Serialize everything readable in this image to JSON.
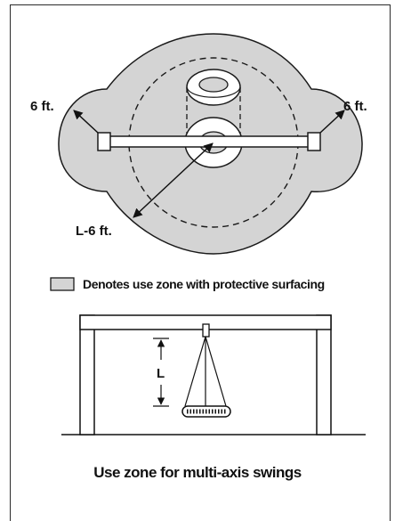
{
  "diagram": {
    "labels": {
      "left_distance": "6 ft.",
      "right_distance": "6 ft.",
      "radius_distance": "L-6 ft.",
      "chain_length": "L"
    },
    "legend": {
      "text": "Denotes use zone with protective surfacing"
    },
    "caption": "Use zone for multi-axis swings",
    "colors": {
      "use_zone_fill": "#d4d4d4",
      "line": "#111111",
      "background": "#ffffff"
    }
  }
}
